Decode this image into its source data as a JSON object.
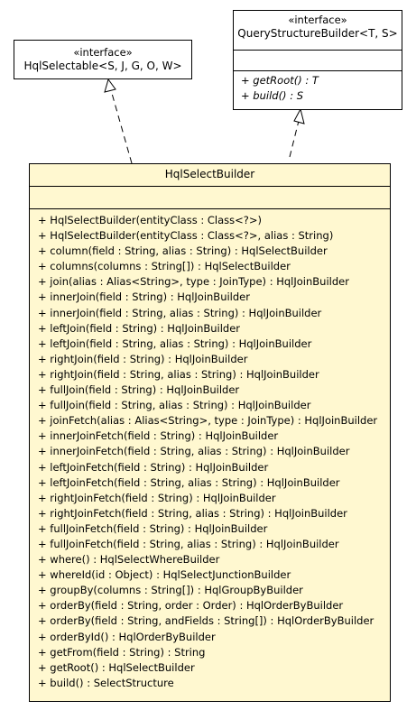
{
  "hql_selectable": {
    "stereotype": "«interface»",
    "name": "HqlSelectable<S, J, G, O, W>"
  },
  "query_structure_builder": {
    "stereotype": "«interface»",
    "name": "QueryStructureBuilder<T, S>",
    "operations": [
      "+ getRoot() : T",
      "+ build() : S"
    ]
  },
  "hql_select_builder": {
    "name": "HqlSelectBuilder",
    "operations": [
      "+ HqlSelectBuilder(entityClass : Class<?>)",
      "+ HqlSelectBuilder(entityClass : Class<?>, alias : String)",
      "+ column(field : String, alias : String) : HqlSelectBuilder",
      "+ columns(columns : String[]) : HqlSelectBuilder",
      "+ join(alias : Alias<String>, type : JoinType) : HqlJoinBuilder",
      "+ innerJoin(field : String) : HqlJoinBuilder",
      "+ innerJoin(field : String, alias : String) : HqlJoinBuilder",
      "+ leftJoin(field : String) : HqlJoinBuilder",
      "+ leftJoin(field : String, alias : String) : HqlJoinBuilder",
      "+ rightJoin(field : String) : HqlJoinBuilder",
      "+ rightJoin(field : String, alias : String) : HqlJoinBuilder",
      "+ fullJoin(field : String) : HqlJoinBuilder",
      "+ fullJoin(field : String, alias : String) : HqlJoinBuilder",
      "+ joinFetch(alias : Alias<String>, type : JoinType) : HqlJoinBuilder",
      "+ innerJoinFetch(field : String) : HqlJoinBuilder",
      "+ innerJoinFetch(field : String, alias : String) : HqlJoinBuilder",
      "+ leftJoinFetch(field : String) : HqlJoinBuilder",
      "+ leftJoinFetch(field : String, alias : String) : HqlJoinBuilder",
      "+ rightJoinFetch(field : String) : HqlJoinBuilder",
      "+ rightJoinFetch(field : String, alias : String) : HqlJoinBuilder",
      "+ fullJoinFetch(field : String) : HqlJoinBuilder",
      "+ fullJoinFetch(field : String, alias : String) : HqlJoinBuilder",
      "+ where() : HqlSelectWhereBuilder",
      "+ whereId(id : Object) : HqlSelectJunctionBuilder",
      "+ groupBy(columns : String[]) : HqlGroupByBuilder",
      "+ orderBy(field : String, order : Order) : HqlOrderByBuilder",
      "+ orderBy(field : String, andFields : String[]) : HqlOrderByBuilder",
      "+ orderById() : HqlOrderByBuilder",
      "+ getFrom(field : String) : String",
      "+ getRoot() : HqlSelectBuilder",
      "+ build() : SelectStructure"
    ]
  }
}
